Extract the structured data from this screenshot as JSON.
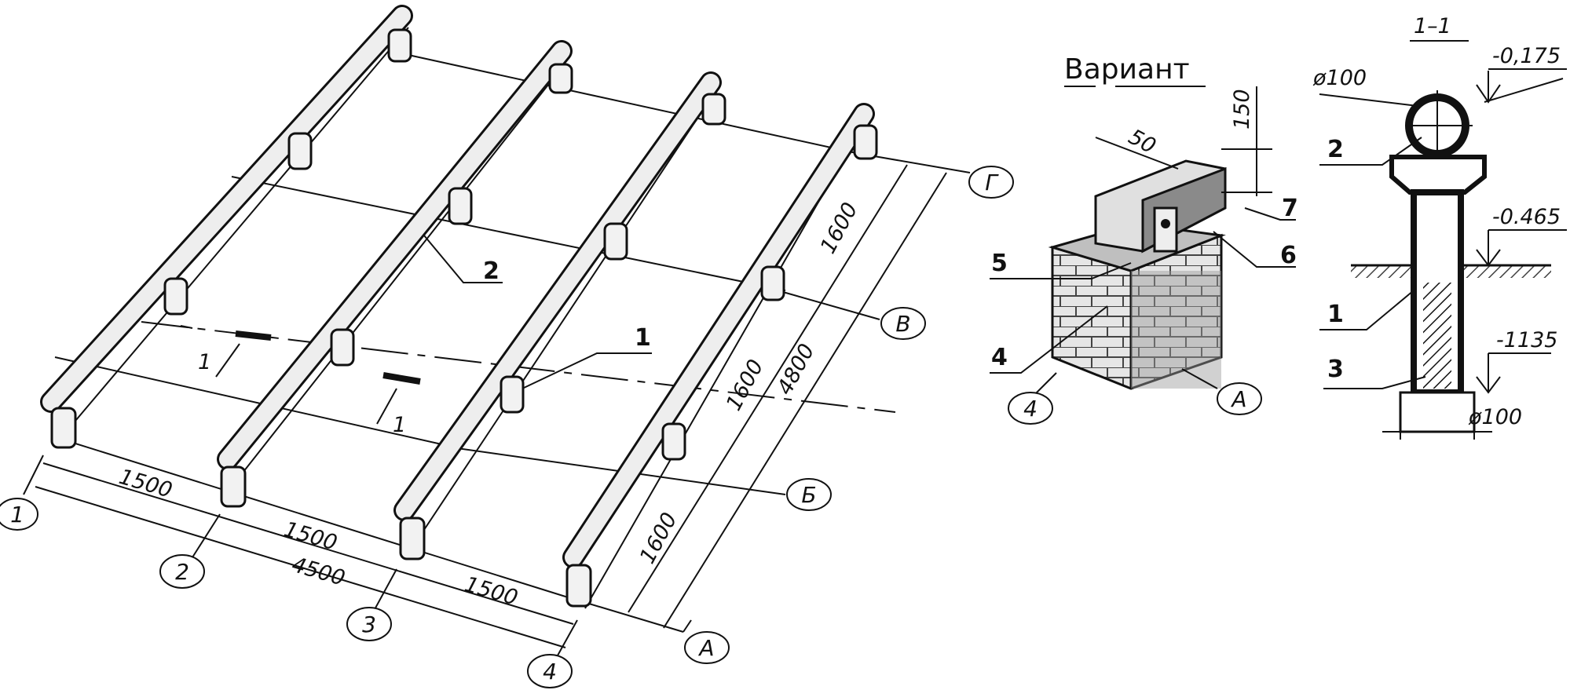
{
  "variant_title": "Вариант",
  "section_title": "1–1",
  "axes": {
    "col_1": "1",
    "col_2": "2",
    "col_3": "3",
    "col_4": "4",
    "row_A": "А",
    "row_B": "Б",
    "row_V": "В",
    "row_G": "Г"
  },
  "dimensions": {
    "span_1": "1500",
    "span_2": "1500",
    "span_3": "1500",
    "total_x": "4500",
    "row_1": "1600",
    "row_2": "1600",
    "row_3": "1600",
    "total_y": "4800",
    "section_marker": "1",
    "variant_50": "50",
    "variant_150": "150",
    "pipe_top_diameter": "ø100",
    "pipe_bottom_diameter": "ø100",
    "elev_top": "-0,175",
    "elev_ground": "-0.465",
    "elev_bottom": "-1135"
  },
  "callouts": {
    "main_post": "1",
    "main_beam": "2",
    "v_brick_side": "4",
    "v_brick_top": "5",
    "v_bracket": "6",
    "v_beam": "7",
    "v_circle_4": "4",
    "v_circle_A": "А",
    "s_post": "1",
    "s_beam": "2",
    "s_base": "3"
  },
  "colors": {
    "ink": "#111111",
    "paper": "#ffffff",
    "shade": "#d9d9d9"
  }
}
